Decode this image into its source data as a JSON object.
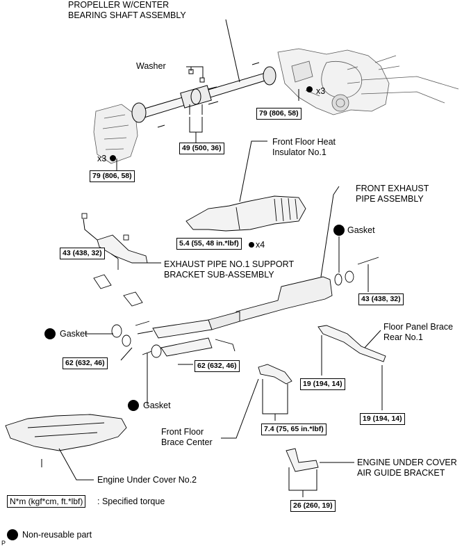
{
  "labels": {
    "propeller": [
      "PROPELLER W/CENTER",
      "BEARING SHAFT ASSEMBLY"
    ],
    "washer": "Washer",
    "heat_insulator": [
      "Front Floor Heat",
      "Insulator No.1"
    ],
    "front_exhaust": [
      "FRONT EXHAUST",
      "PIPE ASSEMBLY"
    ],
    "gasket": "Gasket",
    "support_bracket": [
      "EXHAUST PIPE NO.1 SUPPORT",
      "BRACKET SUB-ASSEMBLY"
    ],
    "floor_panel_brace": [
      "Floor Panel Brace",
      "Rear No.1"
    ],
    "front_floor_brace": [
      "Front Floor",
      "Brace Center"
    ],
    "air_guide_bracket": [
      "ENGINE UNDER COVER",
      "AIR GUIDE BRACKET"
    ],
    "under_cover": "Engine Under Cover No.2",
    "x3": "x3",
    "x4": "x4",
    "corner_code": "P"
  },
  "torques": {
    "t79_right": "79 (806, 58)",
    "t79_left": "79 (806, 58)",
    "t49": "49 (500, 36)",
    "t54": "5.4 (55, 48 in.*lbf)",
    "t43_left": "43 (438, 32)",
    "t43_right": "43 (438, 32)",
    "t62_left": "62 (632, 46)",
    "t62_right": "62 (632, 46)",
    "t19_left": "19 (194, 14)",
    "t19_right": "19 (194, 14)",
    "t74": "7.4 (75, 65 in.*lbf)",
    "t26": "26 (260, 19)"
  },
  "legend": {
    "torque_box": "N*m (kgf*cm, ft.*lbf)",
    "torque_text": ": Specified torque",
    "nonreusable_text": "Non-reusable part"
  }
}
